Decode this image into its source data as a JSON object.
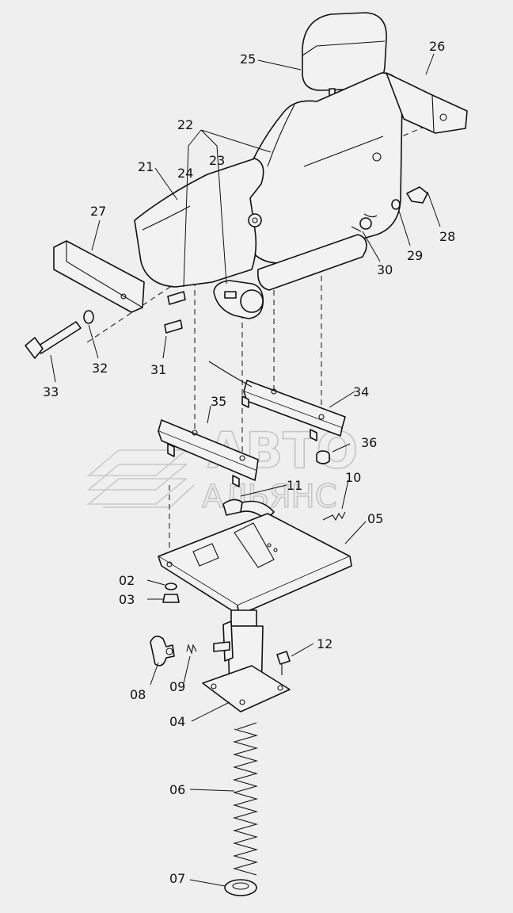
{
  "watermark": {
    "line1": "АВТО",
    "line2": "АЛЬЯНС"
  },
  "callouts": {
    "p02": "02",
    "p03": "03",
    "p04": "04",
    "p05": "05",
    "p06": "06",
    "p07": "07",
    "p08": "08",
    "p09": "09",
    "p10": "10",
    "p11": "11",
    "p12": "12",
    "p21": "21",
    "p22": "22",
    "p23": "23",
    "p24": "24",
    "p25": "25",
    "p26": "26",
    "p27": "27",
    "p28": "28",
    "p29": "29",
    "p30": "30",
    "p31": "31",
    "p32": "32",
    "p33": "33",
    "p34": "34",
    "p35": "35",
    "p36": "36"
  }
}
